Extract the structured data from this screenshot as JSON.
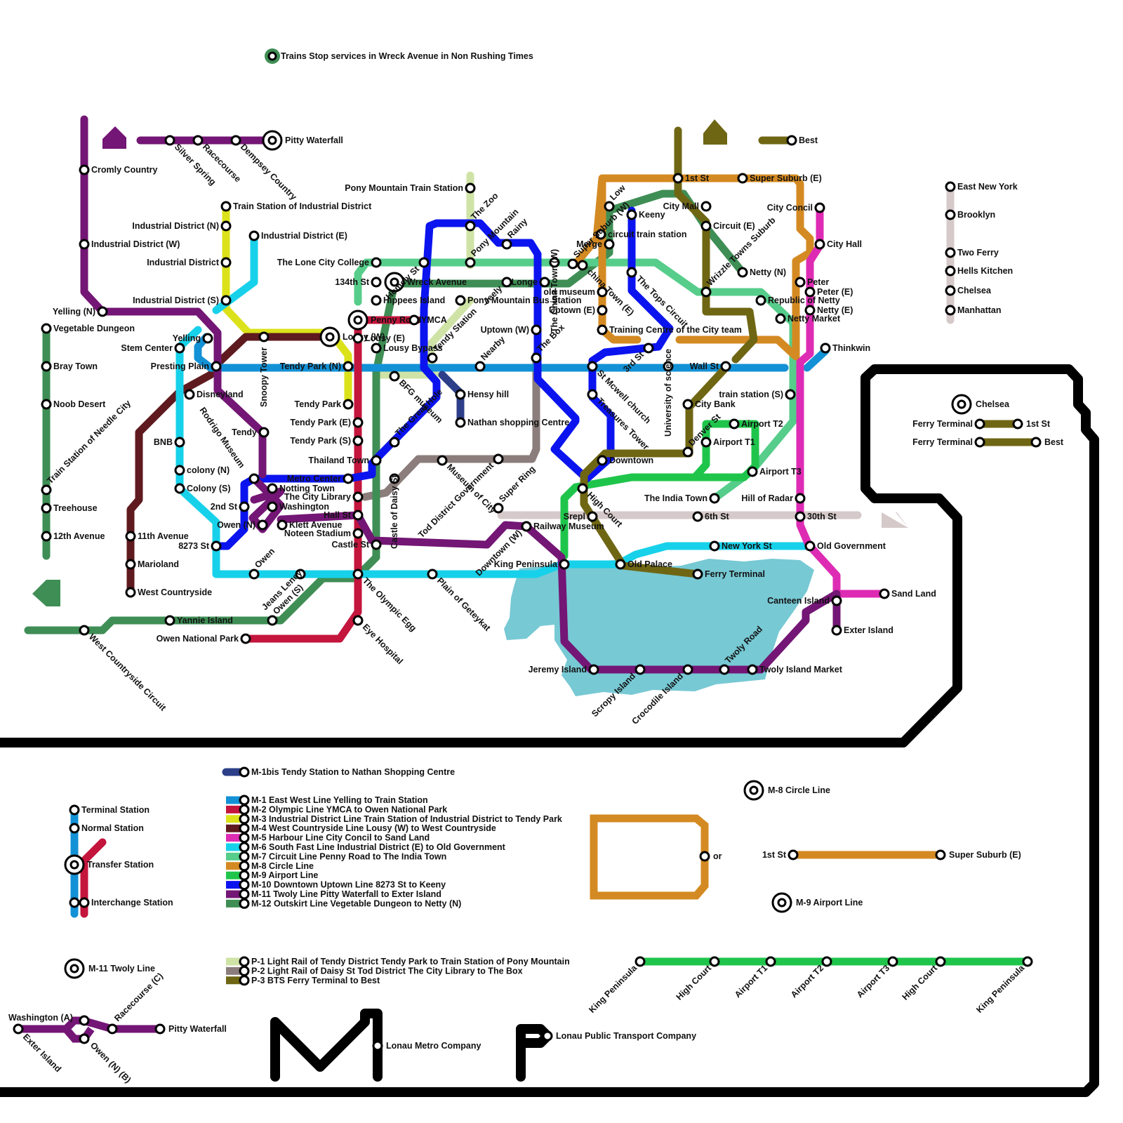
{
  "colors": {
    "m1": "#1391d6",
    "m1bis": "#2d3f88",
    "m2": "#c4153d",
    "m3": "#dbe21a",
    "m4": "#5f1a1f",
    "m5": "#de2bb4",
    "m6": "#17d1ea",
    "m7": "#56cd8a",
    "m8": "#d48a22",
    "m9": "#1fc54b",
    "m10": "#0b14ee",
    "m11": "#731675",
    "m12": "#3f8e55",
    "p1": "#cfe3a6",
    "p2": "#8b7d7b",
    "p3": "#6f6614",
    "water": "#77c9d4",
    "border": "#000000",
    "grey_line": "#d6c9c9"
  },
  "notice": "Trains Stop services in Wreck Avenue in Non Rushing Times",
  "stations": [
    {
      "id": "pitty_waterfall",
      "name": "Pitty Waterfall",
      "kind": "transfer"
    },
    {
      "id": "silver_spring",
      "name": "Silver Spring"
    },
    {
      "id": "racecourse",
      "name": "Racecourse"
    },
    {
      "id": "dempsey",
      "name": "Dempsey Country"
    },
    {
      "id": "cromly",
      "name": "Cromly Country"
    },
    {
      "id": "ind_w",
      "name": "Industrial District (W)"
    },
    {
      "id": "yelling_n",
      "name": "Yelling (N)"
    },
    {
      "id": "tsid",
      "name": "Train Station of Industrial District"
    },
    {
      "id": "ind_n",
      "name": "Industrial District (N)"
    },
    {
      "id": "ind",
      "name": "Industrial District"
    },
    {
      "id": "ind_s",
      "name": "Industrial District (S)"
    },
    {
      "id": "ind_e",
      "name": "Industrial District (E)"
    },
    {
      "id": "veg",
      "name": "Vegetable Dungeon"
    },
    {
      "id": "bray",
      "name": "Bray Town"
    },
    {
      "id": "noob",
      "name": "Noob Desert"
    },
    {
      "id": "needle",
      "name": "Train Station of Needle City"
    },
    {
      "id": "treehouse",
      "name": "Treehouse"
    },
    {
      "id": "12th",
      "name": "12th Avenue"
    },
    {
      "id": "yelling",
      "name": "Yelling"
    },
    {
      "id": "stem",
      "name": "Stem Center"
    },
    {
      "id": "presting",
      "name": "Presting Plain"
    },
    {
      "id": "disneyland",
      "name": "Disneyland"
    },
    {
      "id": "bnb",
      "name": "BNB"
    },
    {
      "id": "colony_n",
      "name": "colony (N)"
    },
    {
      "id": "colony_s",
      "name": "Colony (S)"
    },
    {
      "id": "11th",
      "name": "11th Avenue"
    },
    {
      "id": "marioland",
      "name": "Marioland"
    },
    {
      "id": "west_cs",
      "name": "West Countryside"
    },
    {
      "id": "snoopy",
      "name": "Snoopy Tower"
    },
    {
      "id": "lousy_w",
      "name": "Lousy (W)",
      "kind": "transfer"
    },
    {
      "id": "tendy",
      "name": "Tendy"
    },
    {
      "id": "rodrigo",
      "name": "Rodrigo Museum"
    },
    {
      "id": "2nd",
      "name": "2nd St"
    },
    {
      "id": "owen_n",
      "name": "Owen (N)"
    },
    {
      "id": "8273",
      "name": "8273 St"
    },
    {
      "id": "owen",
      "name": "Owen"
    },
    {
      "id": "notting",
      "name": "Notting Town"
    },
    {
      "id": "washington",
      "name": "Washington"
    },
    {
      "id": "klett",
      "name": "Klett Avenue"
    },
    {
      "id": "jeans",
      "name": "Jeans Leney"
    },
    {
      "id": "owen_s",
      "name": "Owen (S)"
    },
    {
      "id": "yannie",
      "name": "Yannie Island"
    },
    {
      "id": "west_cs_circuit",
      "name": "West Countryside Circuit"
    },
    {
      "id": "owen_np",
      "name": "Owen National Park"
    },
    {
      "id": "penny",
      "name": "Penny Road",
      "kind": "transfer"
    },
    {
      "id": "lousy_e",
      "name": "Lousy (E)"
    },
    {
      "id": "lousy_bypass",
      "name": "Lousy Bypass"
    },
    {
      "id": "tendy_park_n",
      "name": "Tendy Park (N)"
    },
    {
      "id": "tendy_park",
      "name": "Tendy Park"
    },
    {
      "id": "tendy_park_e",
      "name": "Tendy Park (E)"
    },
    {
      "id": "tendy_park_s",
      "name": "Tendy Park (S)"
    },
    {
      "id": "thailand",
      "name": "Thailand Town"
    },
    {
      "id": "metro_center",
      "name": "Metro Center"
    },
    {
      "id": "city_library",
      "name": "The City Library"
    },
    {
      "id": "hall",
      "name": "Hall St"
    },
    {
      "id": "noteen",
      "name": "Noteen Stadium"
    },
    {
      "id": "castle_st",
      "name": "Castle St"
    },
    {
      "id": "olympic_egg",
      "name": "The Olympic Egg"
    },
    {
      "id": "eye",
      "name": "Eye Hospital"
    },
    {
      "id": "lone_city",
      "name": "The Lone City College"
    },
    {
      "id": "134th",
      "name": "134th St"
    },
    {
      "id": "wreck",
      "name": "Wreck Avenue",
      "kind": "transfer"
    },
    {
      "id": "hippees",
      "name": "Hippees Island"
    },
    {
      "id": "ymca",
      "name": "YMCA"
    },
    {
      "id": "homely",
      "name": "Homely St"
    },
    {
      "id": "pony_train",
      "name": "Pony Mountain Train Station"
    },
    {
      "id": "zoo",
      "name": "The Zoo"
    },
    {
      "id": "pony_mtn",
      "name": "Pony Mountain"
    },
    {
      "id": "rainy",
      "name": "Rainy"
    },
    {
      "id": "jeely",
      "name": "Jeely"
    },
    {
      "id": "pony_bus",
      "name": "Pony Mountain Bus Station"
    },
    {
      "id": "tendy_station",
      "name": "Tendy Station"
    },
    {
      "id": "bfg",
      "name": "BFG museum"
    },
    {
      "id": "great_hole",
      "name": "The Great Hole"
    },
    {
      "id": "museum_city",
      "name": "Museum of City"
    },
    {
      "id": "castle_daisy",
      "name": "Castle of Daisy St"
    },
    {
      "id": "hensy",
      "name": "Hensy hill"
    },
    {
      "id": "nathan",
      "name": "Nathan shopping Centre"
    },
    {
      "id": "nearby",
      "name": "Nearby"
    },
    {
      "id": "uptown_w",
      "name": "Uptown (W)"
    },
    {
      "id": "the_box",
      "name": "The Box"
    },
    {
      "id": "tod",
      "name": "Tod District Government"
    },
    {
      "id": "super_ring",
      "name": "Super Ring"
    },
    {
      "id": "downtown_w",
      "name": "Downtown (W)"
    },
    {
      "id": "china_w",
      "name": "The China Town (W)"
    },
    {
      "id": "longe",
      "name": "Longe"
    },
    {
      "id": "old_museum",
      "name": "old museum"
    },
    {
      "id": "uptown_e",
      "name": "Uptown (E)"
    },
    {
      "id": "china_e",
      "name": "china Town (E)"
    },
    {
      "id": "training",
      "name": "Training Centre of the City team"
    },
    {
      "id": "merge",
      "name": "Merge"
    },
    {
      "id": "circuit_ts",
      "name": "circuit train station"
    },
    {
      "id": "super_w",
      "name": "Super Suburb (W)"
    },
    {
      "id": "low",
      "name": "Low"
    },
    {
      "id": "keeny",
      "name": "Keeny"
    },
    {
      "id": "tops",
      "name": "The Tops Circuit"
    },
    {
      "id": "3rd",
      "name": "3rd St"
    },
    {
      "id": "st_mcwell",
      "name": "St Mcwell church"
    },
    {
      "id": "treasures",
      "name": "Treasures Tower"
    },
    {
      "id": "downtown",
      "name": "Downtown"
    },
    {
      "id": "high_court",
      "name": "High Court"
    },
    {
      "id": "srepl",
      "name": "Srepl"
    },
    {
      "id": "railway_museum",
      "name": "Railway Museum"
    },
    {
      "id": "king_pen",
      "name": "King Peninsula"
    },
    {
      "id": "plain_gety",
      "name": "Plain of Geteykat"
    },
    {
      "id": "old_palace",
      "name": "Old Palace"
    },
    {
      "id": "ferry_terminal",
      "name": "Ferry Terminal"
    },
    {
      "id": "1st_st",
      "name": "1st St"
    },
    {
      "id": "super_e",
      "name": "Super Suburb (E)"
    },
    {
      "id": "city_mall",
      "name": "City Mall"
    },
    {
      "id": "circuit_e",
      "name": "Circuit (E)"
    },
    {
      "id": "wrizzle",
      "name": "Wrizzle Towns Suburb"
    },
    {
      "id": "netty_n",
      "name": "Netty (N)"
    },
    {
      "id": "republic",
      "name": "Republic of Netty"
    },
    {
      "id": "netty_market",
      "name": "Netty Market"
    },
    {
      "id": "best",
      "name": "Best"
    },
    {
      "id": "city_concil",
      "name": "City Concil"
    },
    {
      "id": "city_hall",
      "name": "City Hall"
    },
    {
      "id": "peter",
      "name": "Peter"
    },
    {
      "id": "peter_e",
      "name": "Peter (E)"
    },
    {
      "id": "netty_e",
      "name": "Netty (E)"
    },
    {
      "id": "thinkwin",
      "name": "Thinkwin"
    },
    {
      "id": "wall",
      "name": "Wall St"
    },
    {
      "id": "train_s",
      "name": "train station (S)"
    },
    {
      "id": "uni",
      "name": "University of science"
    },
    {
      "id": "city_bank",
      "name": "City Bank"
    },
    {
      "id": "denver",
      "name": "Denver St"
    },
    {
      "id": "airport_t1",
      "name": "Airport T1"
    },
    {
      "id": "airport_t2",
      "name": "Airport T2"
    },
    {
      "id": "airport_t3",
      "name": "Airport T3"
    },
    {
      "id": "india",
      "name": "The India Town"
    },
    {
      "id": "hill_radar",
      "name": "Hill of Radar"
    },
    {
      "id": "6th",
      "name": "6th St"
    },
    {
      "id": "30th",
      "name": "30th St"
    },
    {
      "id": "new_york",
      "name": "New York St"
    },
    {
      "id": "old_gov",
      "name": "Old Government"
    },
    {
      "id": "sand",
      "name": "Sand Land"
    },
    {
      "id": "canteen",
      "name": "Canteen Island"
    },
    {
      "id": "exter",
      "name": "Exter Island"
    },
    {
      "id": "jeremy",
      "name": "Jeremy Island"
    },
    {
      "id": "scropy",
      "name": "Scropy Island"
    },
    {
      "id": "crocodile",
      "name": "Crocodile Island"
    },
    {
      "id": "twoly_road",
      "name": "Twoly Road"
    },
    {
      "id": "twoly_market",
      "name": "Twoly Island Market"
    },
    {
      "id": "east_ny",
      "name": "East New York"
    },
    {
      "id": "brooklyn",
      "name": "Brooklyn"
    },
    {
      "id": "two_ferry",
      "name": "Two Ferry"
    },
    {
      "id": "hells",
      "name": "Hells Kitchen"
    },
    {
      "id": "chelsea",
      "name": "Chelsea"
    },
    {
      "id": "manhattan",
      "name": "Manhattan"
    },
    {
      "id": "p3bts",
      "name": "P-3 BTS",
      "kind": "transfer"
    }
  ],
  "p3_inset": {
    "ferry_terminal": "Ferry Terminal",
    "first_st": "1st St",
    "best": "Best"
  },
  "legend": {
    "m1bis": "M-1bis  Tendy Station to Nathan Shopping Centre",
    "lines": [
      {
        "key": "m1",
        "text": "M-1 East West Line  Yelling to Train Station"
      },
      {
        "key": "m2",
        "text": "M-2 Olympic Line  YMCA to Owen National Park"
      },
      {
        "key": "m3",
        "text": "M-3 Industrial District Line  Train Station of Industrial District to Tendy Park"
      },
      {
        "key": "m4",
        "text": "M-4 West Countryside Line  Lousy (W) to West Countryside"
      },
      {
        "key": "m5",
        "text": "M-5 Harbour Line  City Concil to Sand Land"
      },
      {
        "key": "m6",
        "text": "M-6 South Fast Line  Industrial District (E) to Old Government"
      },
      {
        "key": "m7",
        "text": "M-7 Circuit Line  Penny Road to The India Town"
      },
      {
        "key": "m8",
        "text": "M-8 Circle Line"
      },
      {
        "key": "m9",
        "text": "M-9 Airport Line"
      },
      {
        "key": "m10",
        "text": "M-10 Downtown  Uptown Line  8273 St to Keeny"
      },
      {
        "key": "m11",
        "text": "M-11 Twoly Line  Pitty Waterfall to Exter Island"
      },
      {
        "key": "m12",
        "text": "M-12 Outskirt Line Vegetable Dungeon  to Netty (N)"
      }
    ],
    "prail": [
      {
        "key": "p1",
        "text": "P-1 Light Rail of Tendy District  Tendy Park to Train Station of Pony Mountain"
      },
      {
        "key": "p2",
        "text": "P-2 Light Rail of Daisy St  Tod District  The City Library to The Box"
      },
      {
        "key": "p3",
        "text": "P-3 BTS  Ferry Terminal to Best"
      }
    ],
    "terminal": "Terminal Station",
    "normal": "Normal Station",
    "transfer": "Transfer Station",
    "interchange": "Interchange Station"
  },
  "m8_inset": {
    "title": "M-8 Circle Line",
    "or": "or",
    "first_st": "1st St",
    "super_e": "Super Suburb (E)"
  },
  "m9_inset": {
    "title": "M-9 Airport Line",
    "stations": [
      "King Peninsula",
      "High Court",
      "Airport T1",
      "Airport T2",
      "Airport T3",
      "High Court",
      "King Peninsula"
    ]
  },
  "m11_inset": {
    "title": "M-11 Twoly Line",
    "washington_a": "Washington (A)",
    "racecourse_c": "Racecourse (C)",
    "pitty": "Pitty Waterfall",
    "exter": "Exter Island",
    "owen_nb": "Owen (N) (B)"
  },
  "brand": {
    "metro": "Lonau Metro Company",
    "transport": "Lonau Public Transport Company"
  }
}
